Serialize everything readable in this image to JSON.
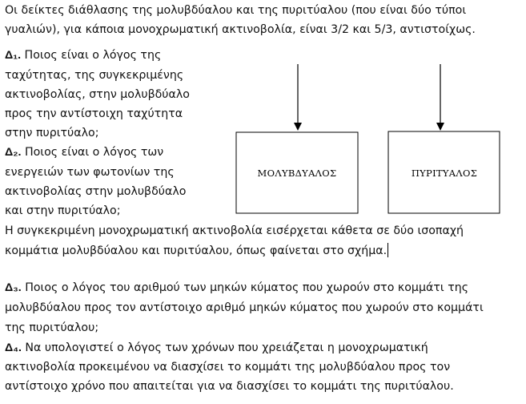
{
  "intro": {
    "line1": "Οι δείκτες διάθλασης της μολυβδύαλου και της πυριτύαλου (που είναι δύο τύποι",
    "line2": "γυαλιών), για κάποια μονοχρωματική ακτινοβολία, είναι 3/2 και 5/3, αντιστοίχως."
  },
  "q1": {
    "label": "Δ₁.",
    "line1": " Ποιος είναι ο λόγος της",
    "line2": "ταχύτητας, της συγκεκριμένης",
    "line3": "ακτινοβολίας, στην μολυβδύαλο",
    "line4": "προς την αντίστοιχη ταχύτητα",
    "line5": "στην πυριτύαλο;"
  },
  "q2": {
    "label": "Δ₂.",
    "line1": " Ποιος είναι ο λόγος των",
    "line2": "ενεργειών των φωτονίων της",
    "line3": "ακτινοβολίας στην μολυβδύαλο",
    "line4": "και στην πυριτύαλο;"
  },
  "setup": {
    "line1": "Η συγκεκριμένη μονοχρωματική ακτινοβολία εισέρχεται κάθετα σε δύο ισοπαχή",
    "line2": "κομμάτια μολυβδύαλου και πυριτύαλου, όπως φαίνεται στο σχήμα."
  },
  "q3": {
    "label": "Δ₃.",
    "line1": " Ποιος ο λόγος του αριθμού των μηκών κύματος που χωρούν στο κομμάτι της",
    "line2": "μολυβδύαλου προς τον αντίστοιχο αριθμό μηκών κύματος που χωρούν στο κομμάτι",
    "line3": "της πυριτύαλου;"
  },
  "q4": {
    "label": "Δ₄.",
    "line1": " Να υπολογιστεί ο λόγος των χρόνων που χρειάζεται η μονοχρωματική",
    "line2": "ακτινοβολία προκειμένου να διασχίσει το κομμάτι της μολυβδύαλου προς τον",
    "line3": "αντίστοιχο χρόνο που απαιτείται για να διασχίσει το κομμάτι της πυριτύαλου."
  },
  "figure": {
    "left_box_label": "ΜΟΛΥΒΔΥΑΛΟΣ",
    "right_box_label": "ΠΥΡΙΤΥΑΛΟΣ"
  }
}
